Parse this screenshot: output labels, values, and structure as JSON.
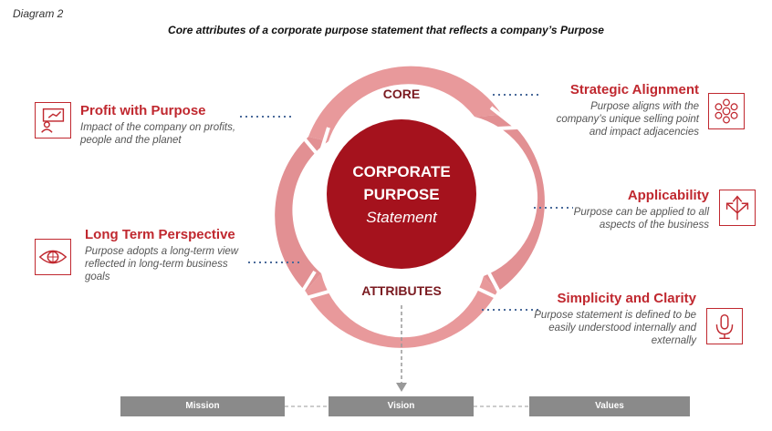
{
  "header": {
    "label": "Diagram 2",
    "title": "Core attributes of a corporate purpose statement that reflects a company’s Purpose"
  },
  "wheel": {
    "top_label": "CORE",
    "bottom_label": "ATTRIBUTES",
    "center_line1": "CORPORATE",
    "center_line2": "PURPOSE",
    "center_line3": "Statement"
  },
  "attributes": [
    {
      "title": "Profit with Purpose",
      "description": "Impact of the company on profits, people and the planet",
      "icon": "presentation-chart-icon"
    },
    {
      "title": "Long Term Perspective",
      "description": "Purpose adopts a long-term view reflected in long-term business goals",
      "icon": "eye-icon"
    },
    {
      "title": "Strategic Alignment",
      "description": "Purpose aligns with the company’s unique selling point and impact adjacencies",
      "icon": "connected-circles-icon"
    },
    {
      "title": "Applicability",
      "description": "Purpose can be applied to all aspects of the business",
      "icon": "arrows-split-icon"
    },
    {
      "title": "Simplicity and Clarity",
      "description": "Purpose statement is defined to be easily understood internally and externally",
      "icon": "microphone-icon"
    }
  ],
  "bottom_bars": [
    "Mission",
    "Vision",
    "Values"
  ],
  "colors": {
    "accent": "#c0282f",
    "ring": "#e8999b",
    "center": "#a5121d",
    "bar": "#8a8a8a"
  }
}
